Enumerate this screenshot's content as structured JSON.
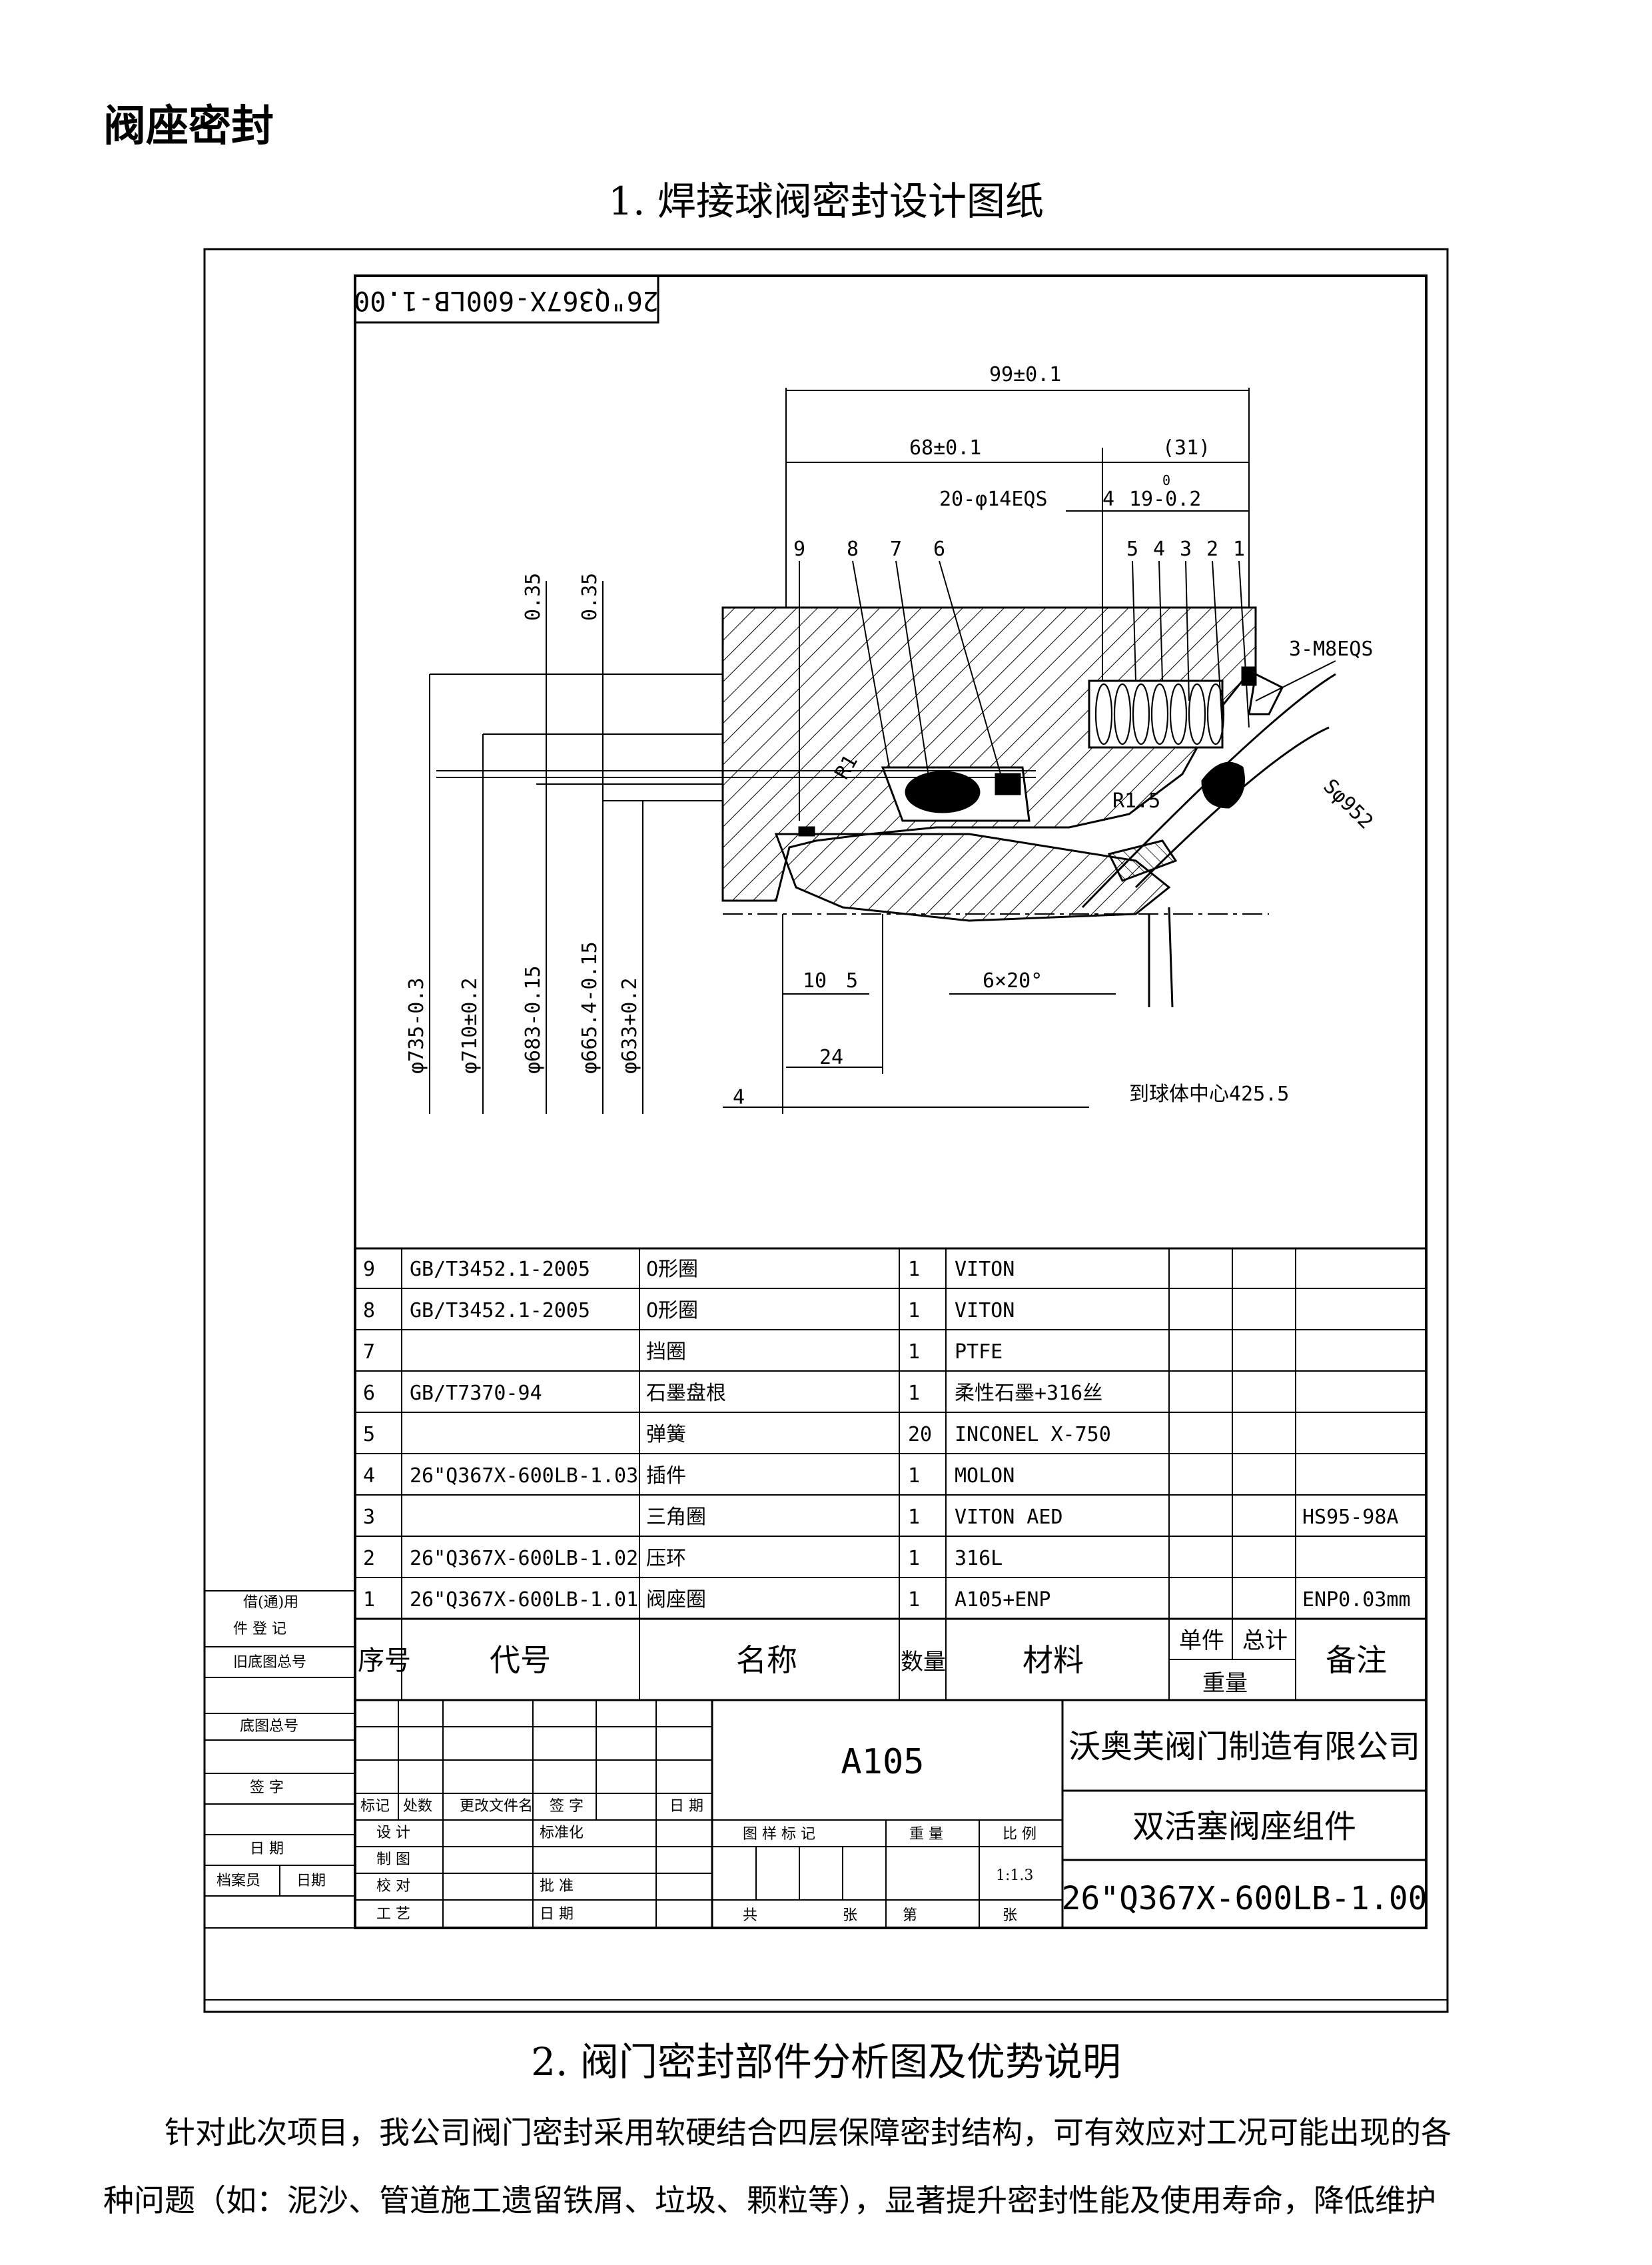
{
  "page": {
    "heading": "阀座密封",
    "section1_title": "1. 焊接球阀密封设计图纸",
    "section2_title": "2. 阀门密封部件分析图及优势说明",
    "paragraph_line1": "针对此次项目，我公司阀门密封采用软硬结合四层保障密封结构，可有效应对工况可能出现的各",
    "paragraph_line2": "种问题（如：泥沙、管道施工遗留铁屑、垃圾、颗粒等），显著提升密封性能及使用寿命，降低维护"
  },
  "drawing": {
    "drawing_number_stamp": "26\"Q367X-600LB-1.00",
    "dimensions": {
      "d99": "99±0.1",
      "d68": "68±0.1",
      "d31": "(31)",
      "holes": "20-φ14EQS",
      "d4": "4",
      "d19": "19-0.2",
      "d19_sup": "0",
      "r": "R1",
      "r15": "R1.5",
      "threads": "3-M8EQS",
      "sphere": "Sφ952",
      "d10": "10",
      "d5": "5",
      "angle": "6×20°",
      "d24": "24",
      "d4b": "4",
      "center": "到球体中心425.5",
      "v035a": "0.35",
      "v035b": "0.35",
      "dia735": "φ735-0.3",
      "dia710": "φ710±0.2",
      "dia683": "φ683-0.15",
      "dia665": "φ665.4-0.15",
      "dia633": "φ633+0.2",
      "sup0": "0"
    },
    "balloons": [
      "9",
      "8",
      "7",
      "6",
      "5",
      "4",
      "3",
      "2",
      "1"
    ]
  },
  "bom": {
    "rows": [
      {
        "no": "9",
        "code": "GB/T3452.1-2005",
        "name": "O形圈",
        "qty": "1",
        "material": "VITON",
        "note": ""
      },
      {
        "no": "8",
        "code": "GB/T3452.1-2005",
        "name": "O形圈",
        "qty": "1",
        "material": "VITON",
        "note": ""
      },
      {
        "no": "7",
        "code": "",
        "name": "挡圈",
        "qty": "1",
        "material": "PTFE",
        "note": ""
      },
      {
        "no": "6",
        "code": "GB/T7370-94",
        "name": "石墨盘根",
        "qty": "1",
        "material": "柔性石墨+316丝",
        "note": ""
      },
      {
        "no": "5",
        "code": "",
        "name": "弹簧",
        "qty": "20",
        "material": "INCONEL X-750",
        "note": ""
      },
      {
        "no": "4",
        "code": "26\"Q367X-600LB-1.03",
        "name": "插件",
        "qty": "1",
        "material": "MOLON",
        "note": ""
      },
      {
        "no": "3",
        "code": "",
        "name": "三角圈",
        "qty": "1",
        "material": "VITON AED",
        "note": "HS95-98A"
      },
      {
        "no": "2",
        "code": "26\"Q367X-600LB-1.02",
        "name": "压环",
        "qty": "1",
        "material": "316L",
        "note": ""
      },
      {
        "no": "1",
        "code": "26\"Q367X-600LB-1.01",
        "name": "阀座圈",
        "qty": "1",
        "material": "A105+ENP",
        "note": "ENP0.03mm"
      }
    ],
    "header": {
      "no": "序号",
      "code": "代号",
      "name": "名称",
      "qty": "数量",
      "material": "材料",
      "unit": "单件",
      "total": "总计",
      "weight": "重量",
      "note": "备注"
    }
  },
  "title_block": {
    "left_labels": [
      "借(通)用",
      "件 登 记",
      "旧底图总号",
      "底图总号",
      "签 字",
      "日 期",
      "档案员",
      "日期"
    ],
    "rev_labels": [
      "标记",
      "处数",
      "更改文件名",
      "签 字",
      "日 期"
    ],
    "sign_labels": [
      "设 计",
      "制 图",
      "校 对",
      "工 艺"
    ],
    "std_labels": [
      "标准化",
      "批 准",
      "日 期"
    ],
    "material_mark": "A105",
    "stage_labels": [
      "图 样 标 记",
      "重 量",
      "比 例"
    ],
    "scale": "1:1.3",
    "sheet_labels": [
      "共",
      "张",
      "第",
      "张"
    ],
    "company": "沃奥芙阀门制造有限公司",
    "part_name": "双活塞阀座组件",
    "drawing_no": "26\"Q367X-600LB-1.00"
  }
}
